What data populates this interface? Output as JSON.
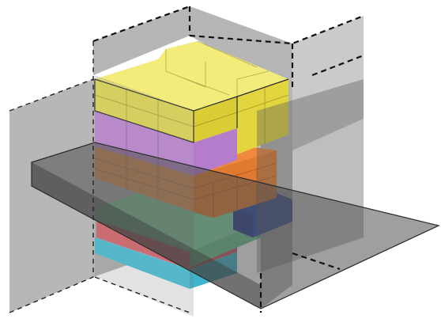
{
  "figure": {
    "kind": "3d-isometric-packing-diagram",
    "block_layers": [
      {
        "name": "yellow-block",
        "color": "#ece24a"
      },
      {
        "name": "violet-block",
        "color": "#c98fe0"
      },
      {
        "name": "orange-block",
        "color": "#f0883e"
      },
      {
        "name": "green-block",
        "color": "#7fd6a0"
      },
      {
        "name": "red-block",
        "color": "#e06a70"
      },
      {
        "name": "cyan-block",
        "color": "#4cc7e0"
      },
      {
        "name": "navy-block",
        "color": "#2c4aa6"
      }
    ],
    "plane_color": "#6b6b6b",
    "plane_opacity": 0.45,
    "dash_color": "#111111"
  }
}
